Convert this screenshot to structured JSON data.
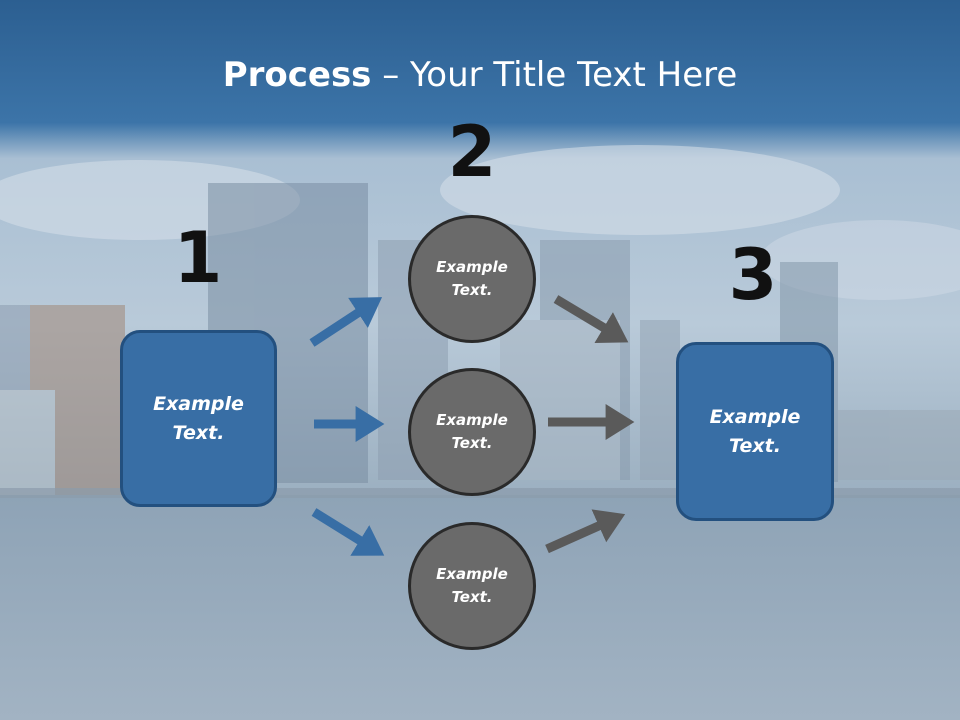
{
  "slide": {
    "title_bold": "Process",
    "title_rest": " – Your Title Text Here"
  },
  "steps": {
    "one": "1",
    "two": "2",
    "three": "3"
  },
  "boxes": {
    "left_line1": "Example",
    "left_line2": "Text.",
    "right_line1": "Example",
    "right_line2": "Text."
  },
  "circles": [
    {
      "line1": "Example",
      "line2": "Text."
    },
    {
      "line1": "Example",
      "line2": "Text."
    },
    {
      "line1": "Example",
      "line2": "Text."
    }
  ],
  "colors": {
    "box_fill": "#386ea5",
    "circle_fill": "#6a6a6a",
    "blue_arrow": "#386ea5",
    "gray_arrow": "#5a5a5a",
    "header_band": "#2f6598"
  }
}
